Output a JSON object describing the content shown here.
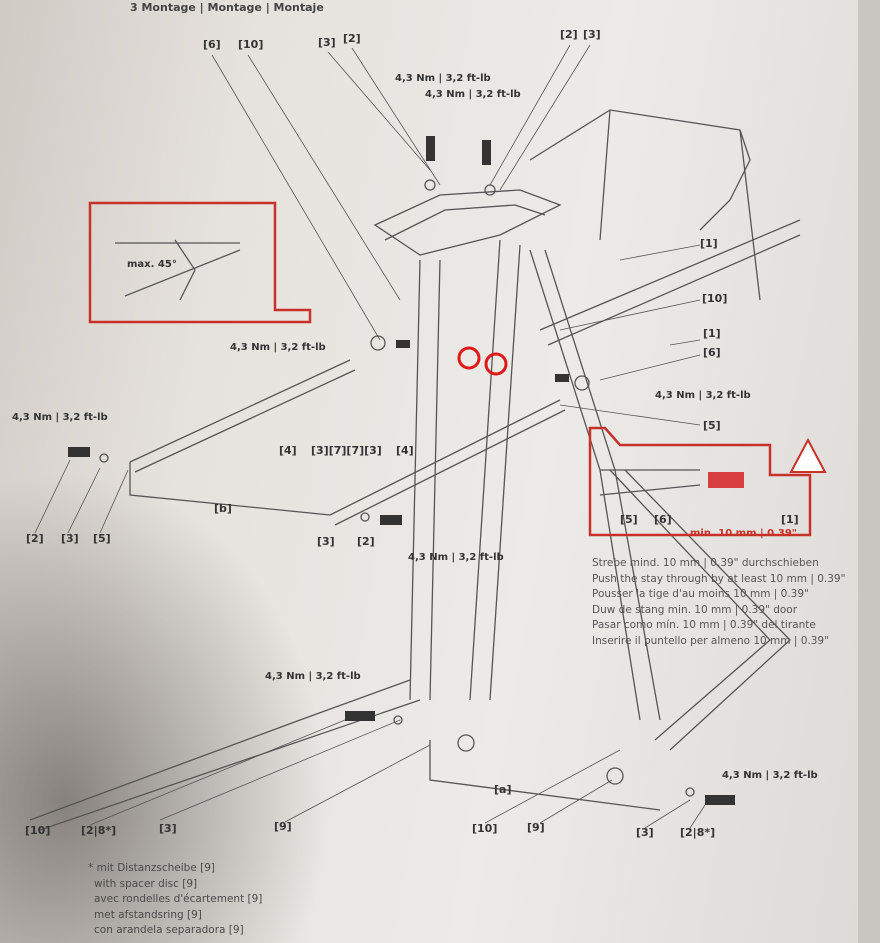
{
  "header": "3 Montage | Montage | Montaje",
  "torque": "4,3 Nm | 3,2 ft-lb",
  "angle_note": "max. 45°",
  "min_push": "min. 10 mm | 0.39\"",
  "parts": {
    "top": [
      "[6]",
      "[10]",
      "[3]",
      "[2]",
      "[2]",
      "[3]"
    ],
    "right": [
      "[1]",
      "[10]",
      "[1]",
      "[6]",
      "[5]"
    ],
    "middle": [
      "[4]",
      "[3][7][7][3]",
      "[4]"
    ],
    "left": [
      "[2]",
      "[3]",
      "[5]"
    ],
    "b": "[b]",
    "center_low": [
      "[3]",
      "[2]"
    ],
    "detail": [
      "[5]",
      "[6]",
      "[1]"
    ],
    "a": "[a]",
    "bottom": [
      "[10]",
      "[2|8*]",
      "[3]",
      "[9]",
      "[10]",
      "[9]",
      "[3]",
      "[2|8*]"
    ]
  },
  "instructions": [
    "Strebe mind. 10 mm | 0.39\" durchschieben",
    "Push the stay through by at least 10 mm | 0.39\"",
    "Pousser la tige d'au moins 10 mm | 0.39\"",
    "Duw de stang min. 10 mm | 0.39\" door",
    "Pasar como mín. 10 mm | 0.39\" del tirante",
    "Inserire il puntello per almeno 10 mm | 0.39\""
  ],
  "footnote": [
    "* mit Distanzscheibe [9]",
    "with spacer disc [9]",
    "avec rondelles d'écartement [9]",
    "met afstandsring [9]",
    "con arandela separadora [9]"
  ],
  "colors": {
    "accent": "#c8302a",
    "ink": "#333333"
  }
}
